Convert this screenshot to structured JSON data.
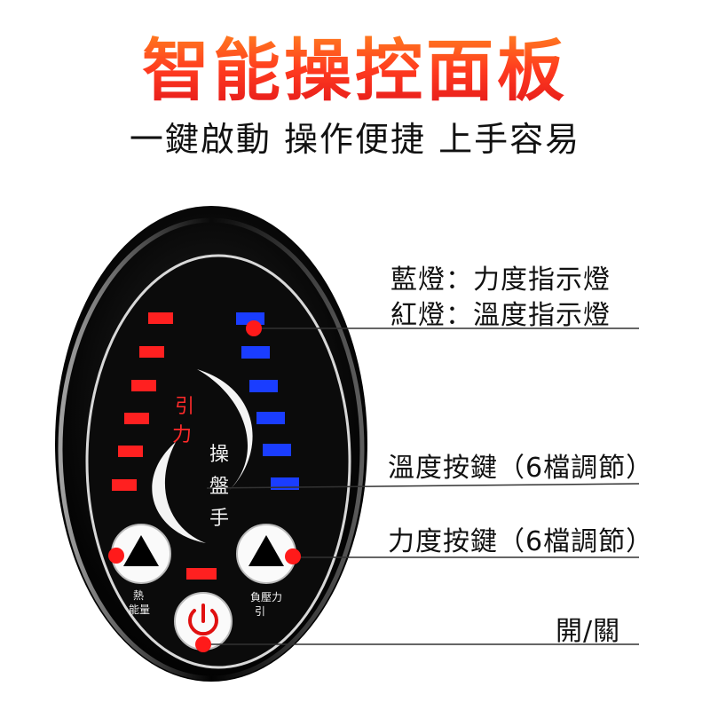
{
  "header": {
    "title": "智能操控面板",
    "subtitle": "一鍵啟動 操作便捷 上手容易"
  },
  "callouts": {
    "light_blue": "藍燈：力度指示燈",
    "light_red": "紅燈：溫度指示燈",
    "temp_button": "溫度按鍵（6檔調節）",
    "force_button": "力度按鍵（6檔調節）",
    "power": "開/關"
  },
  "panel": {
    "name_1": "引",
    "name_2": "力",
    "hand_1": "操",
    "hand_2": "盤",
    "hand_3": "手",
    "left_btn_1": "熱",
    "left_btn_2": "能量",
    "right_btn_1": "負壓力",
    "right_btn_2": "引"
  },
  "indicators": {
    "red_level_count": 6,
    "blue_level_count": 6
  },
  "colors": {
    "title_gradient_top": "#ff9a1f",
    "title_gradient_bottom": "#e0141a",
    "panel_body": "#0b0b0b",
    "red_led": "#ff2020",
    "blue_led": "#1a3dff",
    "marker_dot": "#ff1a1a"
  }
}
